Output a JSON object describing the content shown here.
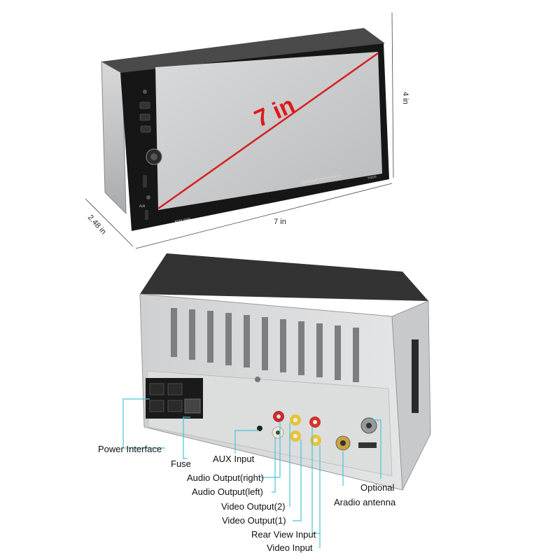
{
  "front": {
    "diagonal": "7 in",
    "width": "7 in",
    "height": "4 in",
    "depth": "2.48 in",
    "rear_view_text": "REAR VIEW",
    "player_text": "RM/RMVB/BT/FM/GPS PLAYER",
    "model_text": "7020G",
    "aux_text": "AUX"
  },
  "back": {
    "labels": {
      "power_interface": "Power Interface",
      "fuse": "Fuse",
      "aux_input": "AUX Input",
      "audio_right": "Audio Output(right)",
      "audio_left": "Audio Output(left)",
      "video_output_2": "Video Output(2)",
      "video_output_1": "Video Output(1)",
      "rear_view_input": "Rear View Input",
      "video_input": "Video Input",
      "optional": "Optional",
      "radio_antenna": "Aradio antenna"
    }
  },
  "colors": {
    "callout": "#46c6d8",
    "diagonal": "#d42020",
    "bezel": "#1a1a1a",
    "screen": "#c9cbcc",
    "chassis": "#b8babb"
  }
}
